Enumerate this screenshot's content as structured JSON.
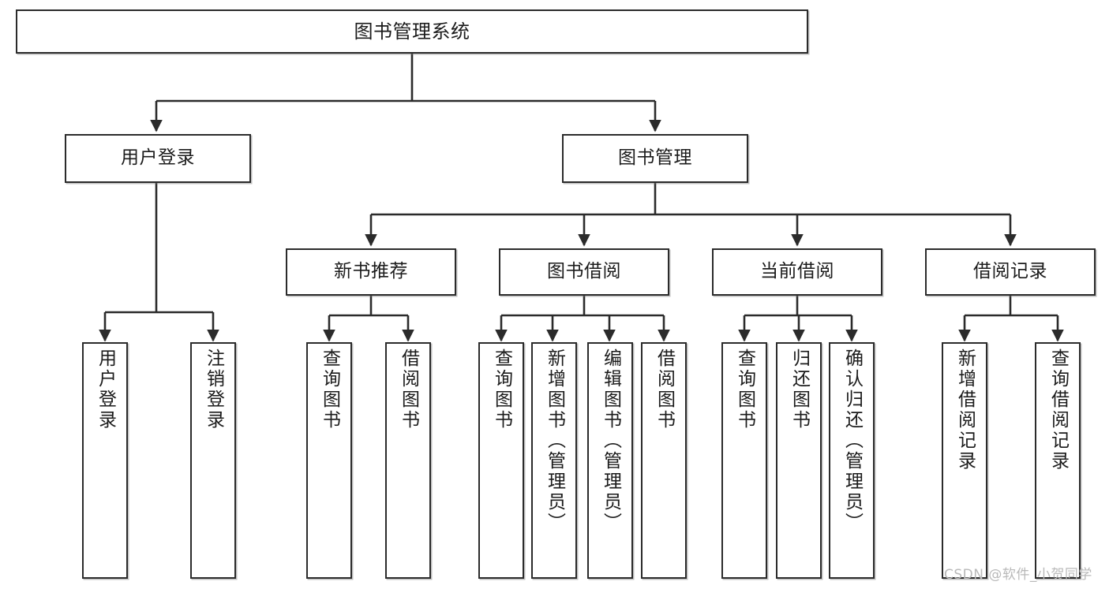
{
  "diagram": {
    "title": "图书管理系统",
    "type": "functional-structure-tree",
    "root": {
      "label": "图书管理系统"
    },
    "level2": [
      {
        "key": "user-login",
        "label": "用户登录"
      },
      {
        "key": "book-management",
        "label": "图书管理"
      }
    ],
    "level3": [
      {
        "key": "new-book-recommend",
        "label": "新书推荐",
        "parent": "book-management"
      },
      {
        "key": "book-borrow",
        "label": "图书借阅",
        "parent": "book-management"
      },
      {
        "key": "current-borrow",
        "label": "当前借阅",
        "parent": "book-management"
      },
      {
        "key": "borrow-record",
        "label": "借阅记录",
        "parent": "book-management"
      }
    ],
    "leaves": {
      "user_login": [
        {
          "key": "leaf-user-login",
          "label": "用户登录"
        },
        {
          "key": "leaf-logout-login",
          "label": "注销登录"
        }
      ],
      "new_book_recommend": [
        {
          "key": "leaf-query-book-1",
          "label": "查询图书"
        },
        {
          "key": "leaf-borrow-book-1",
          "label": "借阅图书"
        }
      ],
      "book_borrow": [
        {
          "key": "leaf-query-book-2",
          "label": "查询图书"
        },
        {
          "key": "leaf-add-book",
          "label": "新增图书（管理员）"
        },
        {
          "key": "leaf-edit-book",
          "label": "编辑图书（管理员）"
        },
        {
          "key": "leaf-borrow-book-2",
          "label": "借阅图书"
        }
      ],
      "current_borrow": [
        {
          "key": "leaf-query-book-3",
          "label": "查询图书"
        },
        {
          "key": "leaf-return-book",
          "label": "归还图书"
        },
        {
          "key": "leaf-confirm-return",
          "label": "确认归还（管理员）"
        }
      ],
      "borrow_record": [
        {
          "key": "leaf-add-record",
          "label": "新增借阅记录"
        },
        {
          "key": "leaf-query-record",
          "label": "查询借阅记录"
        }
      ]
    }
  },
  "watermark": {
    "text": "CSDN @软件_小贺同学"
  },
  "colors": {
    "stroke": "#2b2b2b",
    "fill": "#ffffff",
    "text": "#1b1b1b",
    "watermark": "#b9b9b9"
  }
}
